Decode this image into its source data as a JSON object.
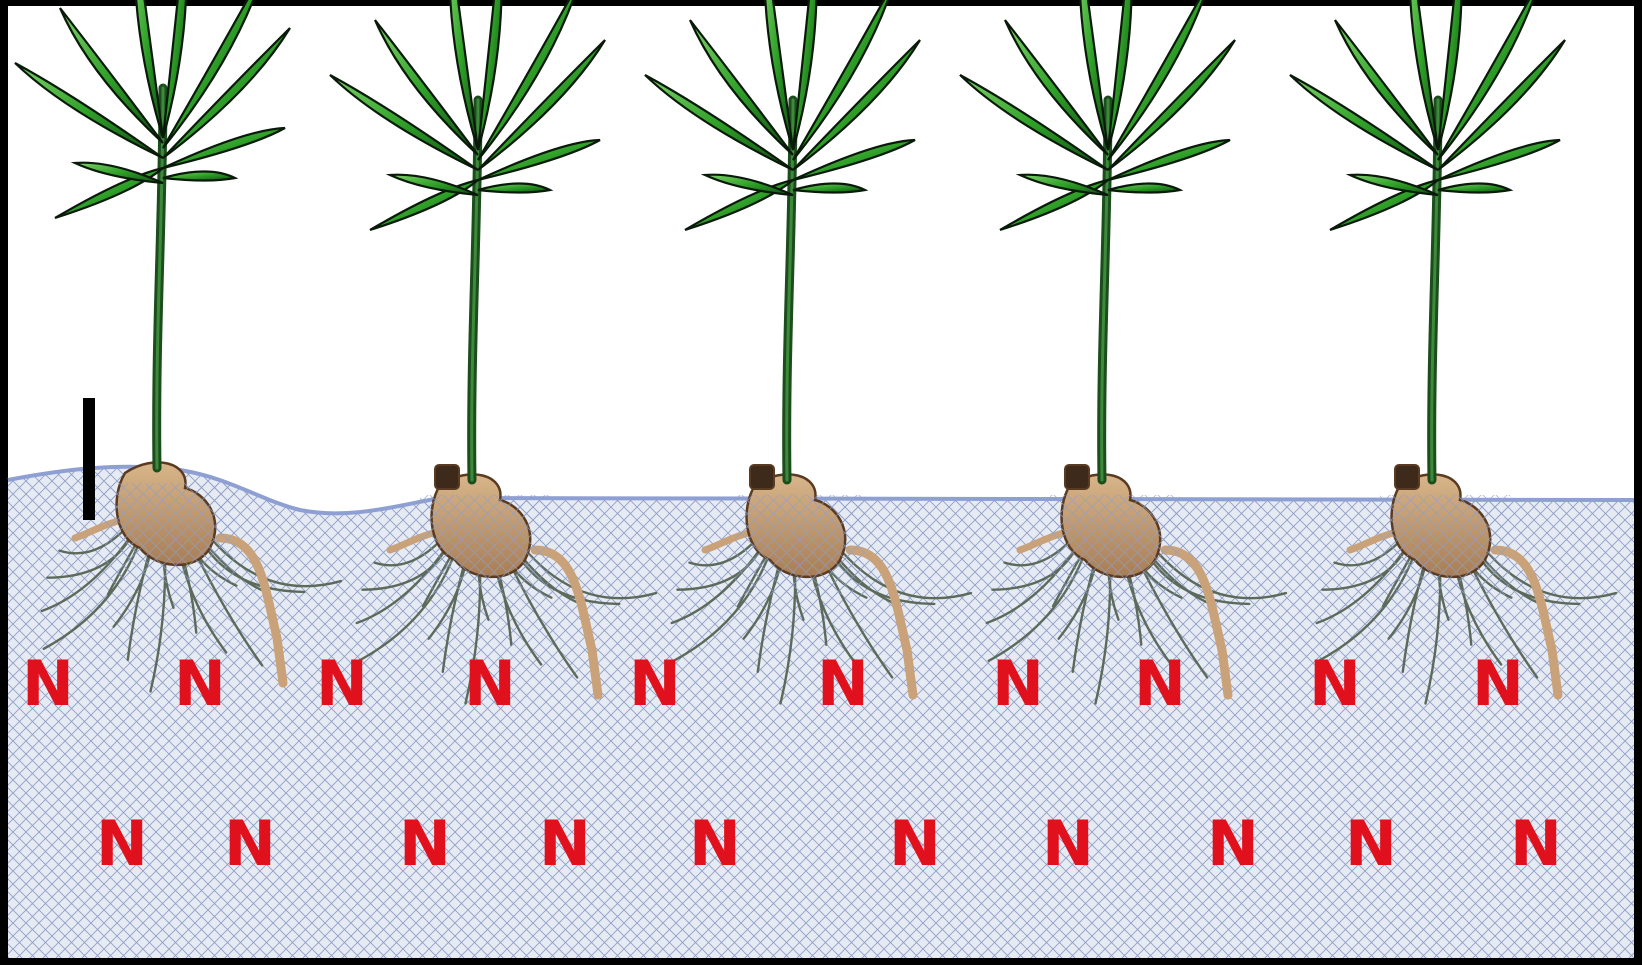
{
  "diagram": {
    "plant_count": 5,
    "nutrient_symbol": "N",
    "upper_row_count": 10,
    "lower_row_count": 10
  },
  "colors": {
    "frame": "#000000",
    "sky": "#ffffff",
    "soil_fill": "#e6eaf3",
    "soil_hatch": "#8f9fc6",
    "ground_line": "#8e9fd3",
    "nutrient_label": "#e0101c",
    "leaf": "#2fa028",
    "leaf_outline": "#0a1a0a",
    "stem": "#1b4d1d",
    "rhizome": "#c9a27a",
    "rhizome_dark": "#5a3b22",
    "root": "#5c6a5c",
    "marker_bar": "#000000"
  }
}
